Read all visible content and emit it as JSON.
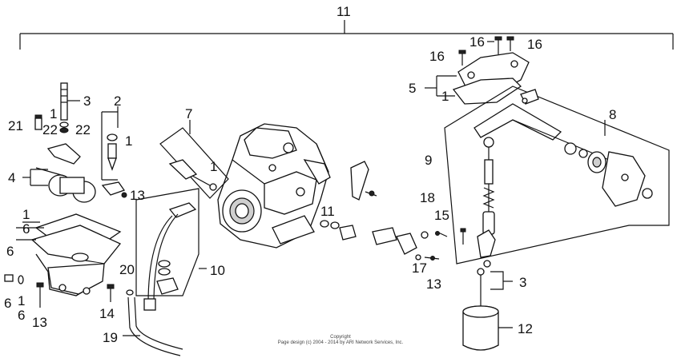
{
  "diagram": {
    "callouts": [
      {
        "id": "c11",
        "text": "11"
      },
      {
        "id": "c16a",
        "text": "16"
      },
      {
        "id": "c16b",
        "text": "16"
      },
      {
        "id": "c16c",
        "text": "16"
      },
      {
        "id": "c5",
        "text": "5"
      },
      {
        "id": "c1g",
        "text": "1"
      },
      {
        "id": "c8",
        "text": "8"
      },
      {
        "id": "c9",
        "text": "9"
      },
      {
        "id": "c3a",
        "text": "3"
      },
      {
        "id": "c2",
        "text": "2"
      },
      {
        "id": "c1b",
        "text": "1"
      },
      {
        "id": "c21",
        "text": "21"
      },
      {
        "id": "c1a",
        "text": "1"
      },
      {
        "id": "c22a",
        "text": "22"
      },
      {
        "id": "c22b",
        "text": "22"
      },
      {
        "id": "c7",
        "text": "7"
      },
      {
        "id": "c1c",
        "text": "1"
      },
      {
        "id": "c4",
        "text": "4"
      },
      {
        "id": "c13a",
        "text": "13"
      },
      {
        "id": "c1d",
        "text": "1"
      },
      {
        "id": "c6a",
        "text": "6"
      },
      {
        "id": "c6b",
        "text": "6"
      },
      {
        "id": "c6c",
        "text": "6"
      },
      {
        "id": "c1e",
        "text": "1"
      },
      {
        "id": "c6d",
        "text": "6"
      },
      {
        "id": "c13b",
        "text": "13"
      },
      {
        "id": "c20",
        "text": "20"
      },
      {
        "id": "c10",
        "text": "10"
      },
      {
        "id": "c14",
        "text": "14"
      },
      {
        "id": "c19",
        "text": "19"
      },
      {
        "id": "c11b",
        "text": "11"
      },
      {
        "id": "c18",
        "text": "18"
      },
      {
        "id": "c15",
        "text": "15"
      },
      {
        "id": "c17",
        "text": "17"
      },
      {
        "id": "c13c",
        "text": "13"
      },
      {
        "id": "c3b",
        "text": "3"
      },
      {
        "id": "c12",
        "text": "12"
      }
    ],
    "copyright_line1": "Copyright",
    "copyright_line2": "Page design (c) 2004 - 2014 by ARI Network Services, Inc."
  }
}
